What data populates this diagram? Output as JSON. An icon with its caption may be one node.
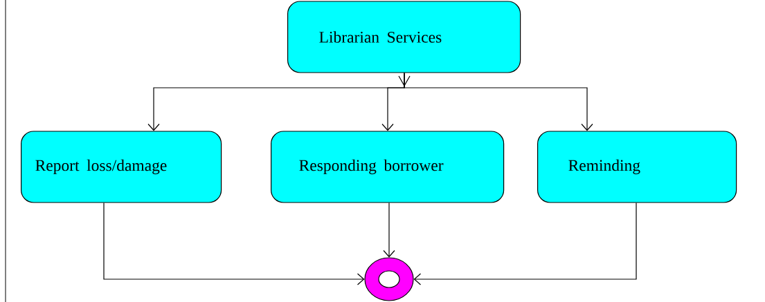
{
  "diagram": {
    "nodes": [
      {
        "text": [
          "Librarian Services"
        ]
      },
      {
        "text": [
          "Report loss/damage"
        ]
      },
      {
        "text": [
          "Responding borrower"
        ]
      },
      {
        "text": [
          "Reminding"
        ]
      },
      {
        "text": [],
        "shape": "circle"
      }
    ],
    "edges": [
      {
        "from": 0,
        "to": 1,
        "arrow": "to"
      },
      {
        "from": 0,
        "to": 2,
        "arrow": "to"
      },
      {
        "from": 0,
        "to": 3,
        "arrow": "to"
      },
      {
        "from": 1,
        "to": 4,
        "arrow": "to"
      },
      {
        "from": 2,
        "to": 4,
        "arrow": "to"
      },
      {
        "from": 3,
        "to": 4,
        "arrow": "to"
      }
    ]
  }
}
